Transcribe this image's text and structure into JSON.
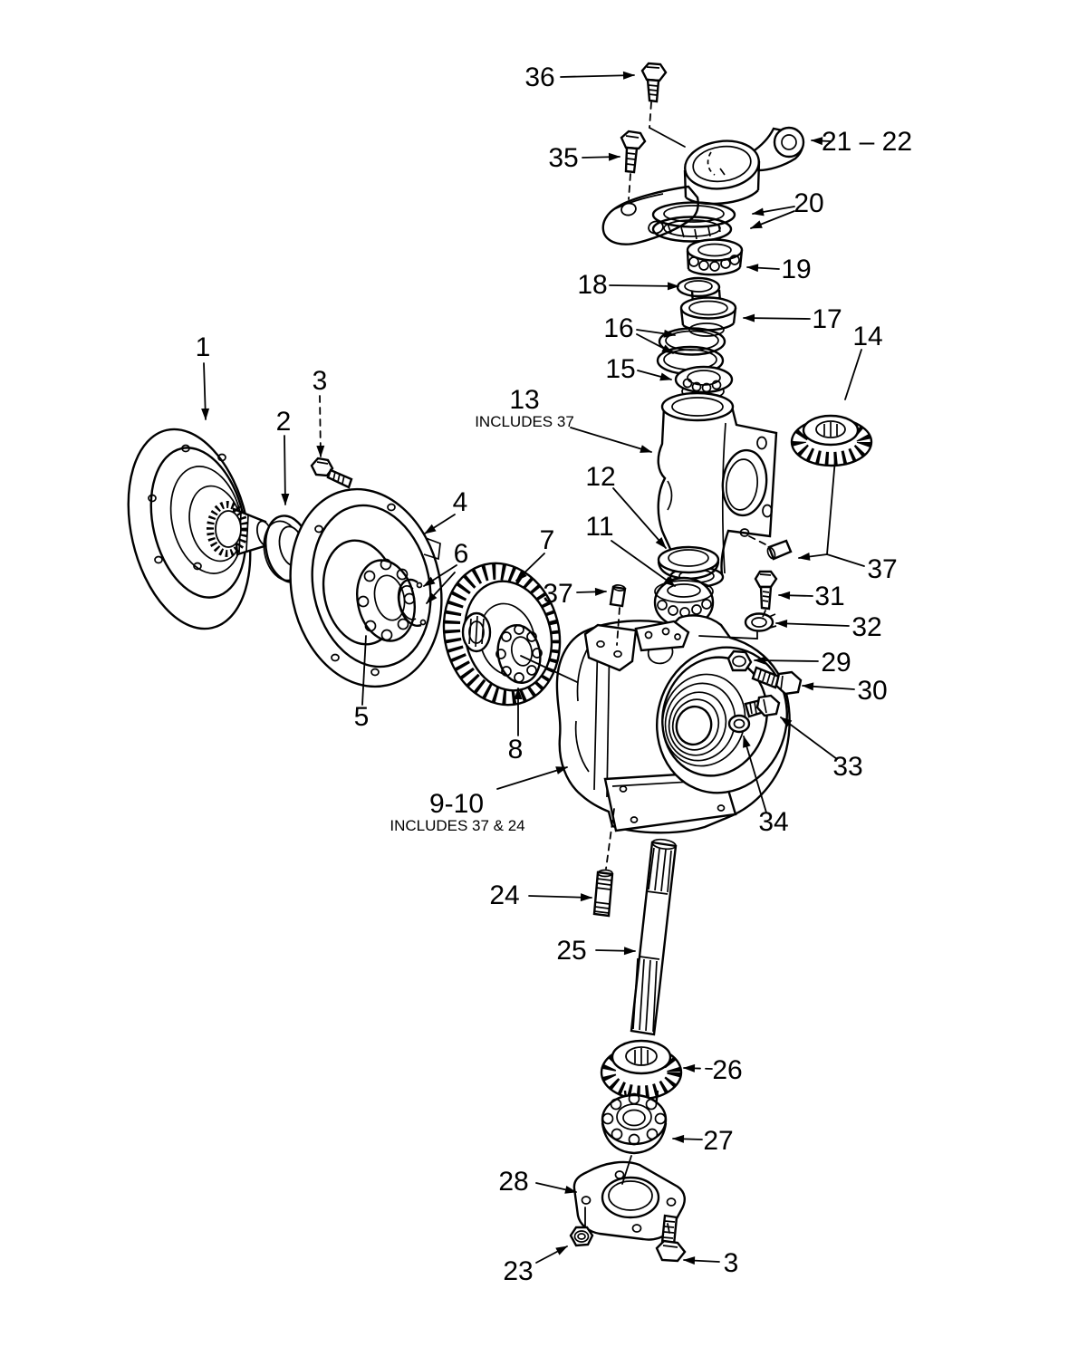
{
  "colors": {
    "ink": "#000000",
    "paper": "#ffffff"
  },
  "labels": {
    "part1": "1",
    "part2": "2",
    "part3_upper": "3",
    "part3_lower": "3",
    "part4": "4",
    "part5": "5",
    "part6": "6",
    "part7": "7",
    "part8": "8",
    "part9_10": "9-10",
    "part9_10_note": "INCLUDES 37 & 24",
    "part11": "11",
    "part12": "12",
    "part13": "13",
    "part13_note": "INCLUDES 37",
    "part14": "14",
    "part15": "15",
    "part16": "16",
    "part17": "17",
    "part18": "18",
    "part19": "19",
    "part20": "20",
    "part21_22": "21 – 22",
    "part23": "23",
    "part24": "24",
    "part25": "25",
    "part26": "26",
    "part27": "27",
    "part28": "28",
    "part29": "29",
    "part30": "30",
    "part31": "31",
    "part32": "32",
    "part33": "33",
    "part34": "34",
    "part35": "35",
    "part36": "36",
    "part37_left": "37",
    "part37_right": "37"
  }
}
